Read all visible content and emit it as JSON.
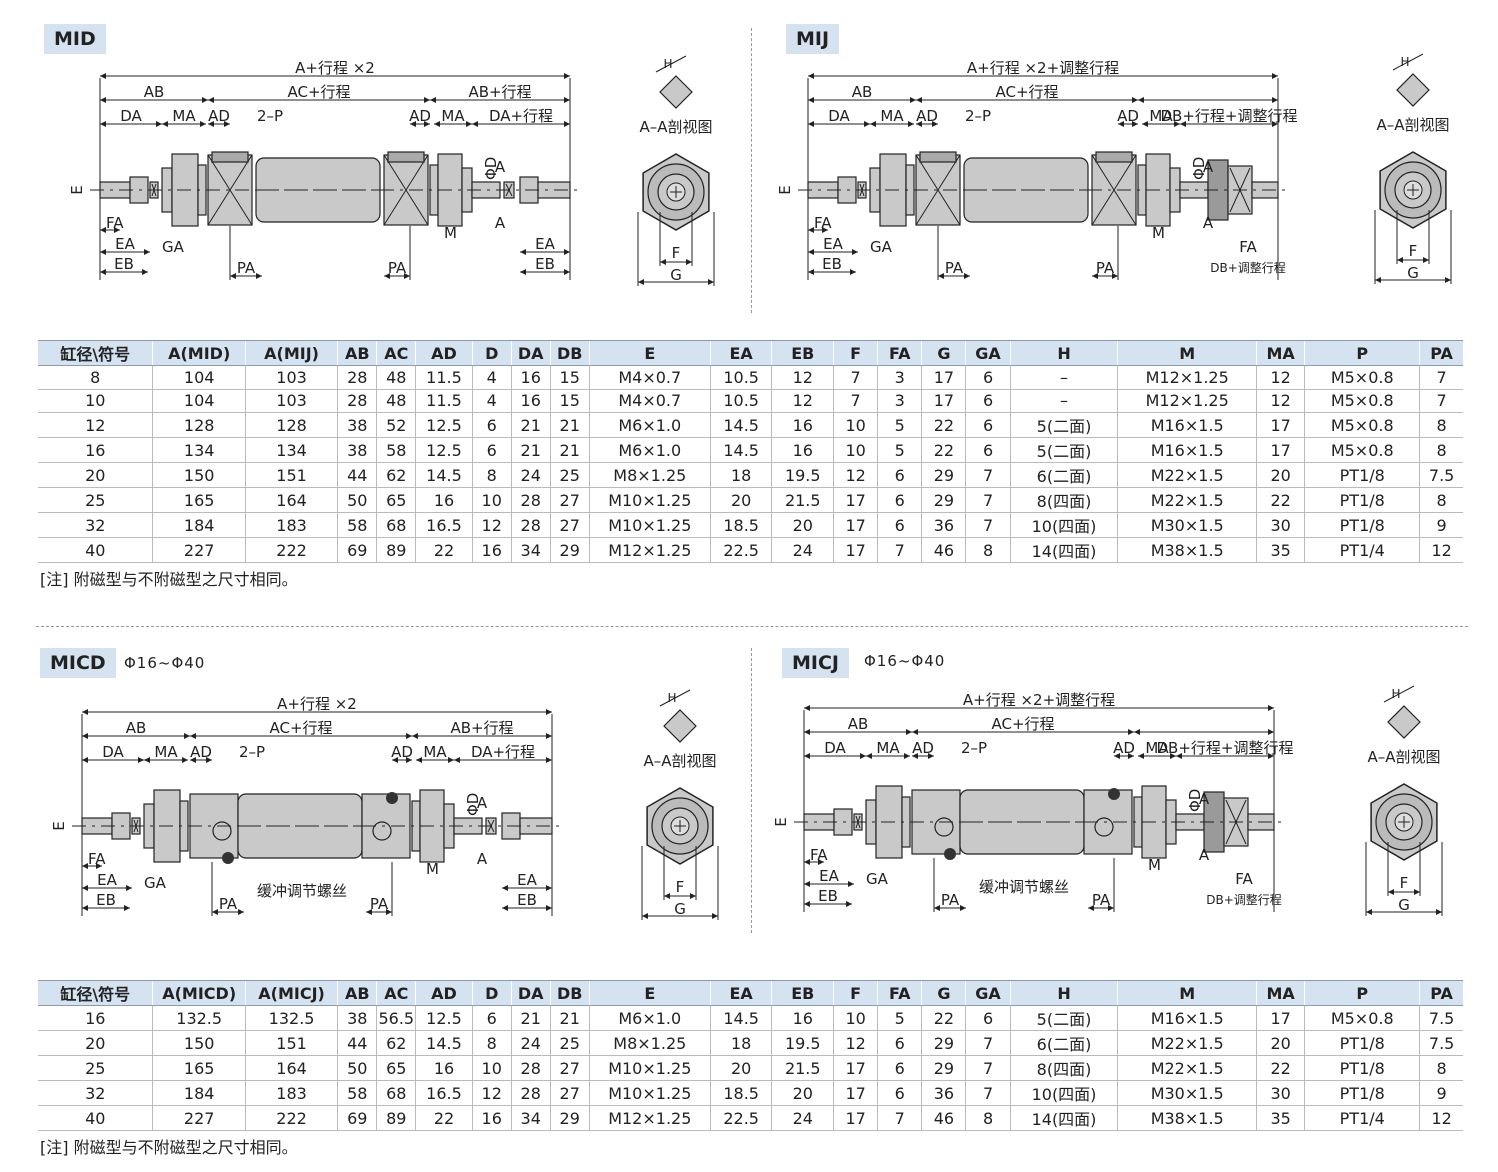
{
  "sections": {
    "mid": {
      "tag": "MID",
      "range": "",
      "section_label": "A–A剖视图"
    },
    "mij": {
      "tag": "MIJ",
      "range": "",
      "section_label": "A–A剖视图"
    },
    "micd": {
      "tag": "MICD",
      "range": "Φ16~Φ40",
      "section_label": "A–A剖视图"
    },
    "micj": {
      "tag": "MICJ",
      "range": "Φ16~Φ40",
      "section_label": "A–A剖视图"
    }
  },
  "dims": {
    "a_stroke2": "A+行程 ×2",
    "a_stroke2_adj": "A+行程 ×2+调整行程",
    "ab": "AB",
    "ac_stroke": "AC+行程",
    "ab_stroke": "AB+行程",
    "da": "DA",
    "ma": "MA",
    "ad": "AD",
    "p2": "2–P",
    "da_stroke": "DA+行程",
    "db_stroke_adj": "DB+行程+调整行程",
    "e": "E",
    "fa": "FA",
    "ea": "EA",
    "eb": "EB",
    "ga": "GA",
    "pa": "PA",
    "m": "M",
    "d": "ΦD",
    "a": "A",
    "h": "H",
    "f": "F",
    "g": "G",
    "db_adj": "DB+调整行程",
    "cushion": "缓冲调节螺丝"
  },
  "table1": {
    "headers": [
      "缸径\\符号",
      "A(MID)",
      "A(MIJ)",
      "AB",
      "AC",
      "AD",
      "D",
      "DA",
      "DB",
      "E",
      "EA",
      "EB",
      "F",
      "FA",
      "G",
      "GA",
      "H",
      "M",
      "MA",
      "P",
      "PA"
    ],
    "rows": [
      [
        "8",
        "104",
        "103",
        "28",
        "48",
        "11.5",
        "4",
        "16",
        "15",
        "M4×0.7",
        "10.5",
        "12",
        "7",
        "3",
        "17",
        "6",
        "–",
        "M12×1.25",
        "12",
        "M5×0.8",
        "7"
      ],
      [
        "10",
        "104",
        "103",
        "28",
        "48",
        "11.5",
        "4",
        "16",
        "15",
        "M4×0.7",
        "10.5",
        "12",
        "7",
        "3",
        "17",
        "6",
        "–",
        "M12×1.25",
        "12",
        "M5×0.8",
        "7"
      ],
      [
        "12",
        "128",
        "128",
        "38",
        "52",
        "12.5",
        "6",
        "21",
        "21",
        "M6×1.0",
        "14.5",
        "16",
        "10",
        "5",
        "22",
        "6",
        "5(二面)",
        "M16×1.5",
        "17",
        "M5×0.8",
        "8"
      ],
      [
        "16",
        "134",
        "134",
        "38",
        "58",
        "12.5",
        "6",
        "21",
        "21",
        "M6×1.0",
        "14.5",
        "16",
        "10",
        "5",
        "22",
        "6",
        "5(二面)",
        "M16×1.5",
        "17",
        "M5×0.8",
        "8"
      ],
      [
        "20",
        "150",
        "151",
        "44",
        "62",
        "14.5",
        "8",
        "24",
        "25",
        "M8×1.25",
        "18",
        "19.5",
        "12",
        "6",
        "29",
        "7",
        "6(二面)",
        "M22×1.5",
        "20",
        "PT1/8",
        "7.5"
      ],
      [
        "25",
        "165",
        "164",
        "50",
        "65",
        "16",
        "10",
        "28",
        "27",
        "M10×1.25",
        "20",
        "21.5",
        "17",
        "6",
        "29",
        "7",
        "8(四面)",
        "M22×1.5",
        "22",
        "PT1/8",
        "8"
      ],
      [
        "32",
        "184",
        "183",
        "58",
        "68",
        "16.5",
        "12",
        "28",
        "27",
        "M10×1.25",
        "18.5",
        "20",
        "17",
        "6",
        "36",
        "7",
        "10(四面)",
        "M30×1.5",
        "30",
        "PT1/8",
        "9"
      ],
      [
        "40",
        "227",
        "222",
        "69",
        "89",
        "22",
        "16",
        "34",
        "29",
        "M12×1.25",
        "22.5",
        "24",
        "17",
        "7",
        "46",
        "8",
        "14(四面)",
        "M38×1.5",
        "35",
        "PT1/4",
        "12"
      ]
    ],
    "note": "[注] 附磁型与不附磁型之尺寸相同。"
  },
  "table2": {
    "headers": [
      "缸径\\符号",
      "A(MICD)",
      "A(MICJ)",
      "AB",
      "AC",
      "AD",
      "D",
      "DA",
      "DB",
      "E",
      "EA",
      "EB",
      "F",
      "FA",
      "G",
      "GA",
      "H",
      "M",
      "MA",
      "P",
      "PA"
    ],
    "rows": [
      [
        "16",
        "132.5",
        "132.5",
        "38",
        "56.5",
        "12.5",
        "6",
        "21",
        "21",
        "M6×1.0",
        "14.5",
        "16",
        "10",
        "5",
        "22",
        "6",
        "5(二面)",
        "M16×1.5",
        "17",
        "M5×0.8",
        "7.5"
      ],
      [
        "20",
        "150",
        "151",
        "44",
        "62",
        "14.5",
        "8",
        "24",
        "25",
        "M8×1.25",
        "18",
        "19.5",
        "12",
        "6",
        "29",
        "7",
        "6(二面)",
        "M22×1.5",
        "20",
        "PT1/8",
        "7.5"
      ],
      [
        "25",
        "165",
        "164",
        "50",
        "65",
        "16",
        "10",
        "28",
        "27",
        "M10×1.25",
        "20",
        "21.5",
        "17",
        "6",
        "29",
        "7",
        "8(四面)",
        "M22×1.5",
        "22",
        "PT1/8",
        "8"
      ],
      [
        "32",
        "184",
        "183",
        "58",
        "68",
        "16.5",
        "12",
        "28",
        "27",
        "M10×1.25",
        "18.5",
        "20",
        "17",
        "6",
        "36",
        "7",
        "10(四面)",
        "M30×1.5",
        "30",
        "PT1/8",
        "9"
      ],
      [
        "40",
        "227",
        "222",
        "69",
        "89",
        "22",
        "16",
        "34",
        "29",
        "M12×1.25",
        "22.5",
        "24",
        "17",
        "7",
        "46",
        "8",
        "14(四面)",
        "M38×1.5",
        "35",
        "PT1/4",
        "12"
      ]
    ],
    "note": "[注] 附磁型与不附磁型之尺寸相同。"
  },
  "colors": {
    "tag_bg": "#d5e3f1",
    "metal": "#c9c9c9",
    "metal_dark": "#9a9a9a",
    "line": "#222222"
  }
}
